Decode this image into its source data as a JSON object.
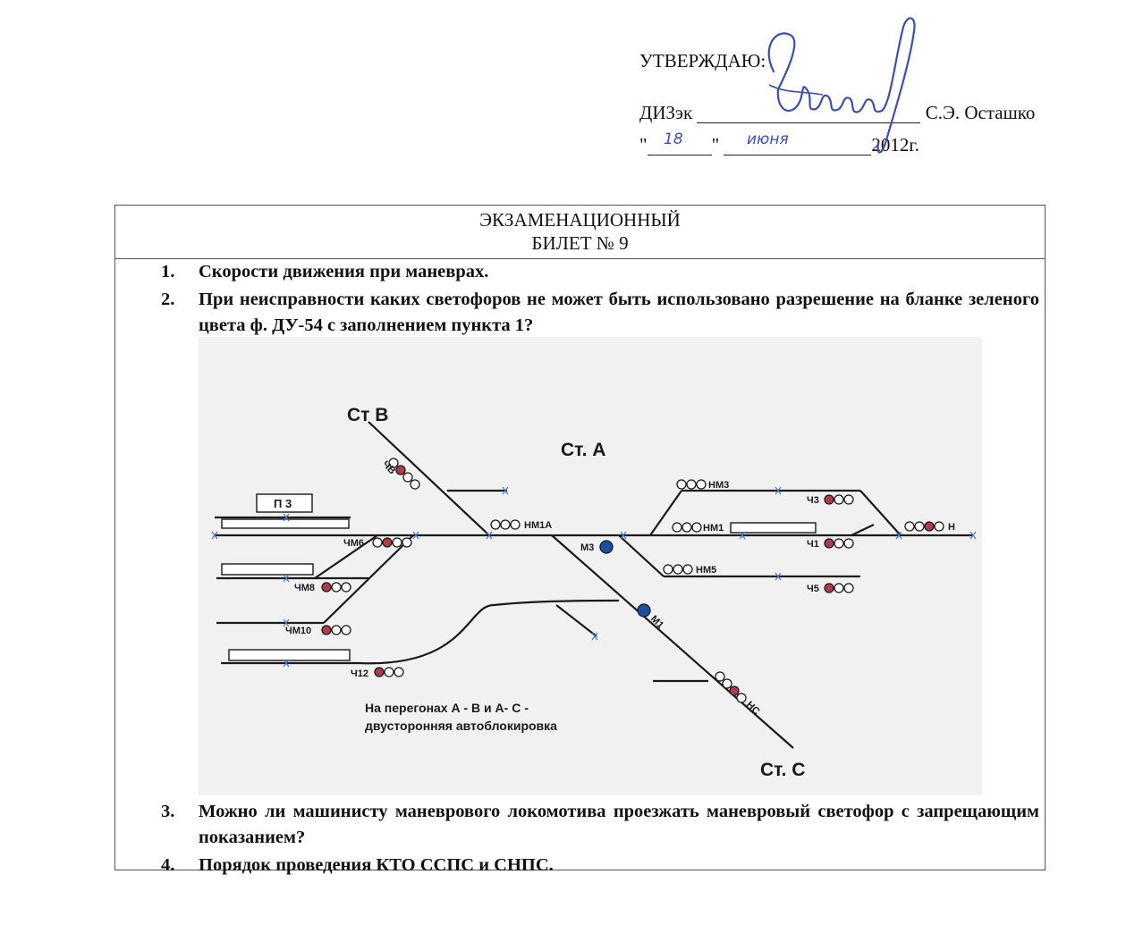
{
  "approval": {
    "approve": "УТВЕРЖДАЮ:",
    "position": "ДИЗэк",
    "name": "С.Э. Осташко",
    "date_open_quote": "\"",
    "date_day": "18",
    "date_close_quote": "\"",
    "date_month": "июня",
    "date_year": "2012г."
  },
  "ticket": {
    "title_line1": "ЭКЗАМЕНАЦИОННЫЙ",
    "title_line2": "БИЛЕТ № 9",
    "questions": [
      {
        "num": "1.",
        "text": "Скорости движения при маневрах."
      },
      {
        "num": "2.",
        "text": "При неисправности каких светофоров не может быть использовано разрешение на бланке зеленого цвета ф. ДУ-54 с заполнением пункта 1?"
      },
      {
        "num": "3.",
        "text": "Можно ли машинисту маневрового локомотива  проезжать маневровый светофор с запрещающим показанием?"
      },
      {
        "num": "4.",
        "text": "Порядок проведения КТО ССПС и СНПС."
      }
    ]
  },
  "diagram": {
    "station_b": "Ст В",
    "station_a": "Ст. А",
    "station_c": "Ст. С",
    "note_line1": "На перегонах А - В и А- С  -",
    "note_line2": "двусторонняя автоблокировка",
    "labels": {
      "chv": "ЧВ",
      "p3": "П 3",
      "chm6": "ЧМ6",
      "chm8": "ЧМ8",
      "chm10": "ЧМ10",
      "ch12": "Ч12",
      "nm1a": "НМ1А",
      "m3": "М3",
      "m1": "М1",
      "nm3": "НМ3",
      "nm1": "НМ1",
      "nm5": "НМ5",
      "ch3": "Ч3",
      "ch1": "Ч1",
      "ch5": "Ч5",
      "n": "Н",
      "nc": "НС"
    },
    "colors": {
      "red_lamp": "#b33a4a",
      "blue_lamp": "#1f4fa0",
      "track": "#1a1a1a",
      "joint": "#3d7ad8"
    }
  }
}
